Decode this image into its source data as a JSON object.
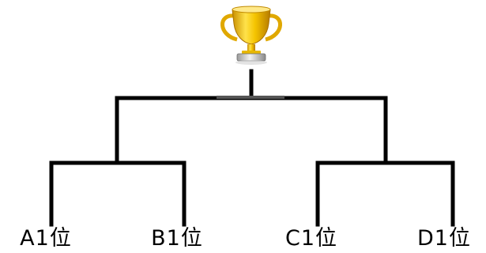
{
  "bracket": {
    "teams": [
      "A1位",
      "B1位",
      "C1位",
      "D1位"
    ],
    "trophy_icon": "trophy-icon",
    "line_color": "#000000",
    "trophy_color": "#f5c400"
  }
}
